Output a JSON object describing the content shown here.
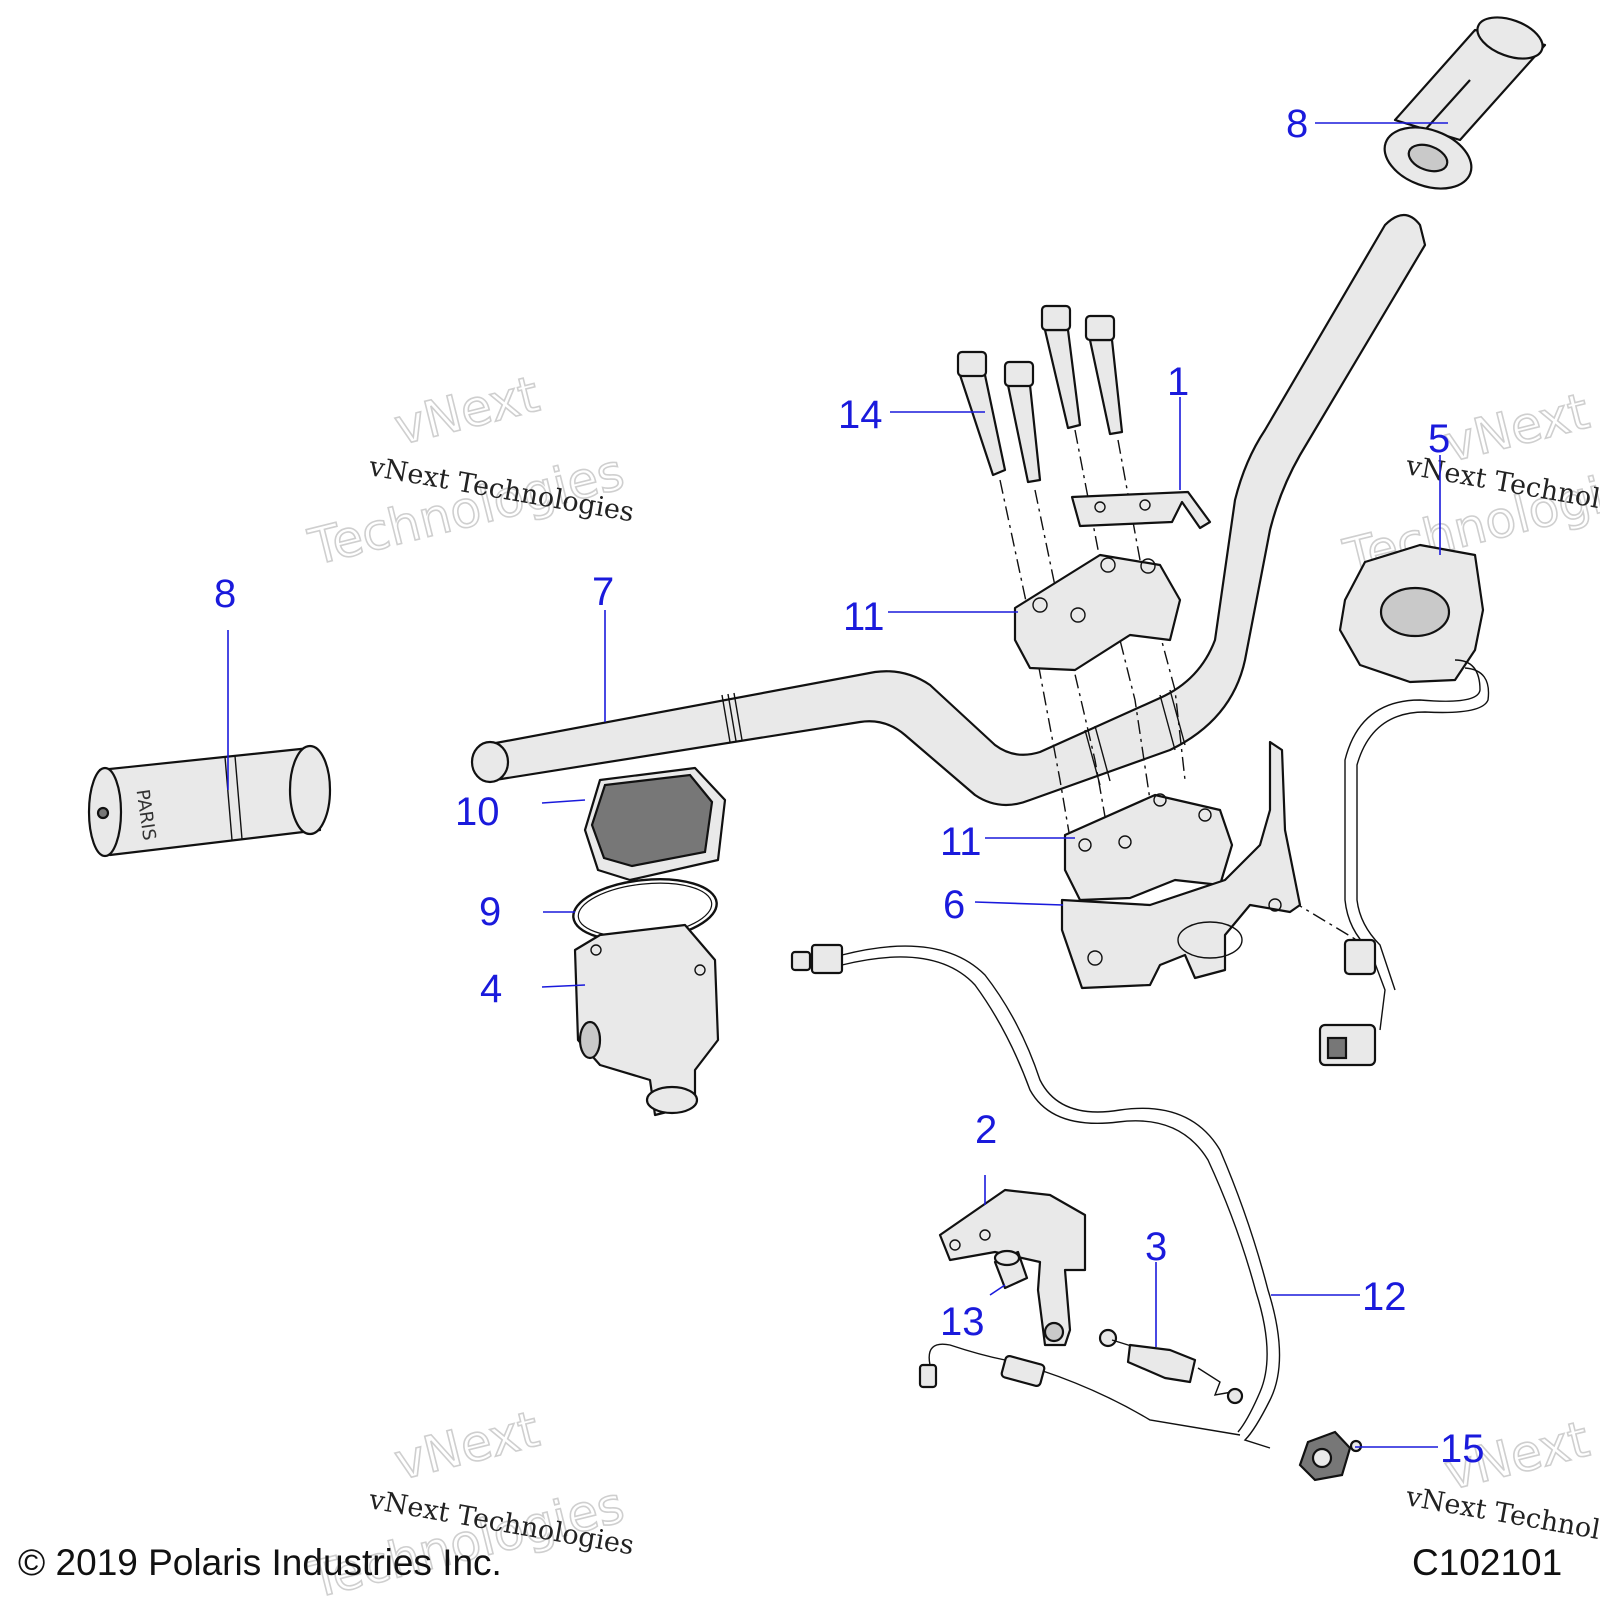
{
  "callouts": {
    "c1": "1",
    "c2": "2",
    "c3": "3",
    "c4": "4",
    "c5": "5",
    "c6": "6",
    "c7": "7",
    "c8_left": "8",
    "c8_right": "8",
    "c9": "9",
    "c10": "10",
    "c11_upper": "11",
    "c11_lower": "11",
    "c12": "12",
    "c13": "13",
    "c14": "14",
    "c15": "15"
  },
  "watermark": {
    "line1": "vNext Technologies",
    "word1": "vNext",
    "word2": "Technologies"
  },
  "footer": {
    "copyright": "© 2019 Polaris Industries Inc.",
    "figure_id": "C102101"
  },
  "grip_text": "PARIS",
  "colors": {
    "callout": "#1a1adc",
    "line": "#111111",
    "part_fill": "#e9e9e9",
    "part_dark": "#777777"
  }
}
